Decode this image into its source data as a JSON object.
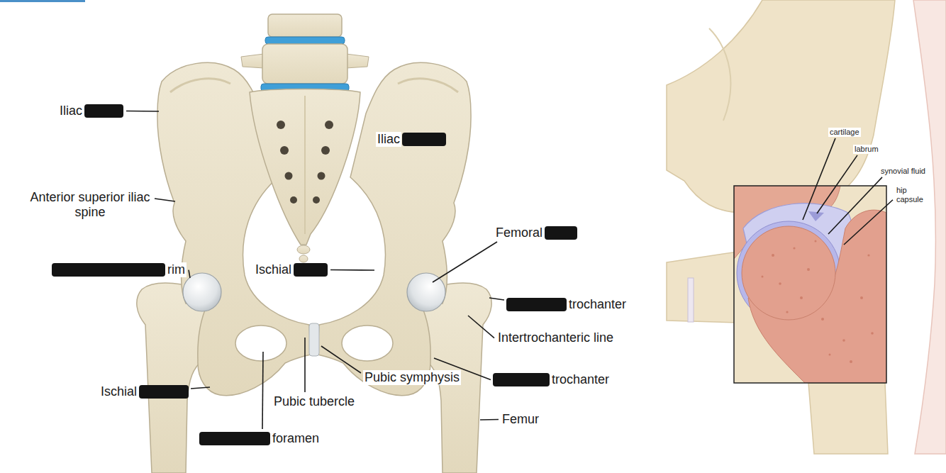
{
  "diagram": {
    "labels": [
      "Iliac",
      "Iliac",
      "Anterior superior iliac spine",
      "rim",
      "Ischial",
      "Femoral",
      "trochanter",
      "Intertrochanteric line",
      "Pubic symphysis",
      "trochanter",
      "Femur",
      "Pubic tubercle",
      "Ischial",
      "foramen",
      "cartilage",
      "labrum",
      "synovial fluid",
      "hip capsule"
    ]
  }
}
